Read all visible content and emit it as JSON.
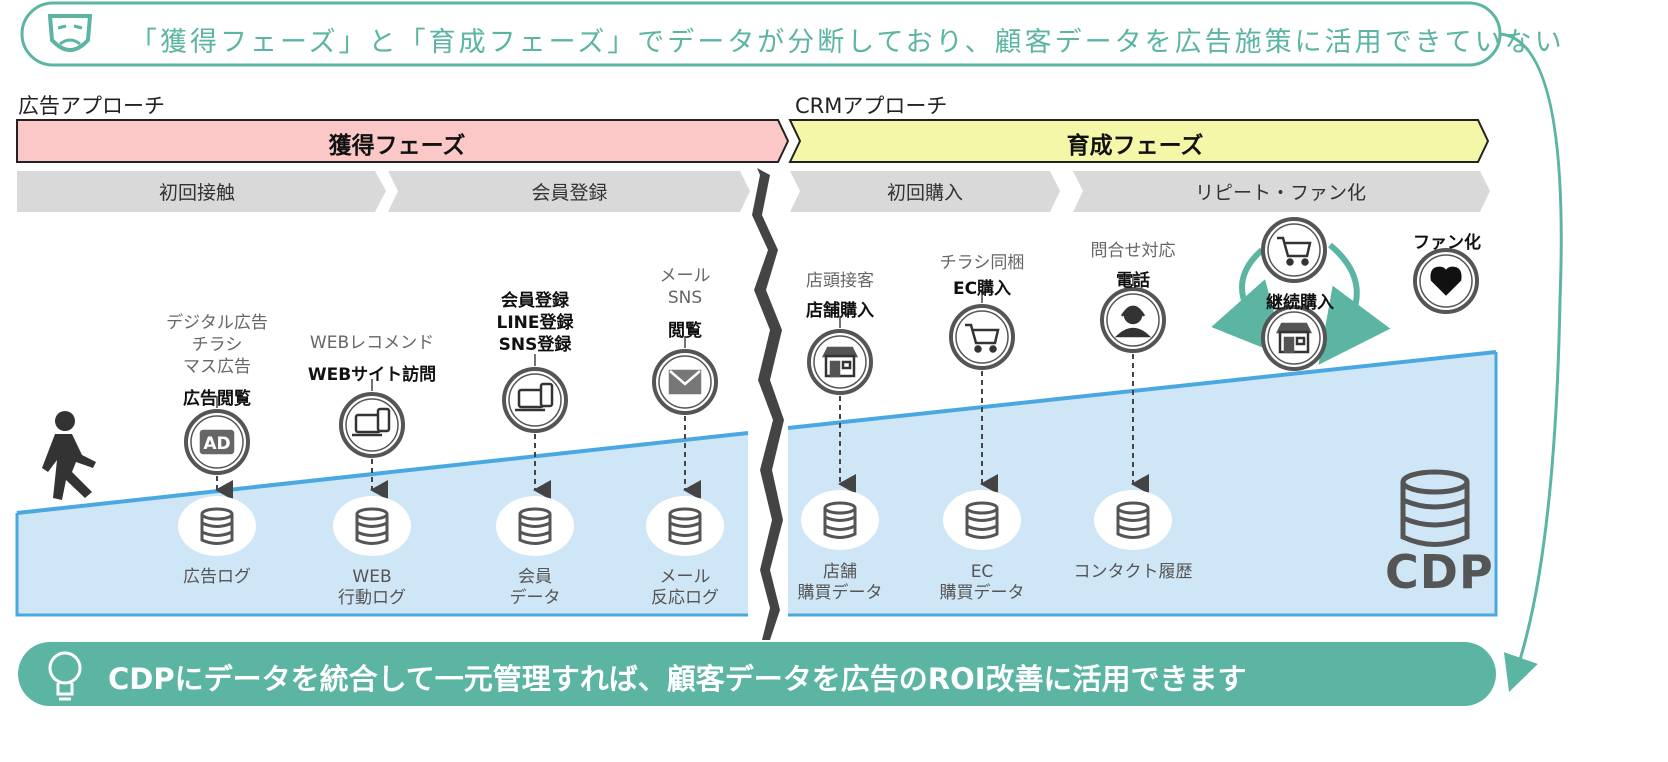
{
  "banner": {
    "text": "「獲得フェーズ」と「育成フェーズ」でデータが分断しており、顧客データを広告施策に活用できていない",
    "icon": "sad-face-icon",
    "color": "#5bb5a2"
  },
  "approaches": {
    "left": "広告アプローチ",
    "right": "CRMアプローチ"
  },
  "phases": {
    "acquisition": {
      "label": "獲得フェーズ",
      "color": "#fbc7c7"
    },
    "nurture": {
      "label": "育成フェーズ",
      "color": "#f5f7a8"
    }
  },
  "steps": [
    "初回接触",
    "会員登録",
    "初回購入",
    "リピート・ファン化"
  ],
  "channels": [
    {
      "top": "デジタル広告\nチラシ\nマス広告",
      "action": "広告閲覧",
      "icon": "ad-icon",
      "db_label": "広告ログ"
    },
    {
      "top": "WEBレコメンド",
      "action": "WEBサイト訪問",
      "icon": "devices-icon",
      "db_label": "WEB\n行動ログ"
    },
    {
      "top": "",
      "action": "会員登録\nLINE登録\nSNS登録",
      "icon": "devices-icon",
      "db_label": "会員\nデータ"
    },
    {
      "top": "メール\nSNS",
      "action": "閲覧",
      "icon": "mail-icon",
      "db_label": "メール\n反応ログ"
    },
    {
      "top": "店頭接客",
      "action": "店舗購入",
      "icon": "store-icon",
      "db_label": "店舗\n購買データ"
    },
    {
      "top": "チラシ同梱",
      "action": "EC購入",
      "icon": "cart-icon",
      "db_label": "EC\n購買データ"
    },
    {
      "top": "問合せ対応",
      "action": "電話",
      "icon": "operator-icon",
      "db_label": "コンタクト履歴"
    }
  ],
  "repeat": {
    "label": "継続購入",
    "fan": "ファン化",
    "icons": [
      "cart-icon",
      "store-icon",
      "heart-icon"
    ]
  },
  "cdp": {
    "label": "CDP",
    "icon": "database-icon"
  },
  "footer": {
    "text": "CDPにデータを統合して一元管理すれば、顧客データを広告のROI改善に活用できます",
    "icon": "lightbulb-icon",
    "color": "#5bb5a2"
  }
}
